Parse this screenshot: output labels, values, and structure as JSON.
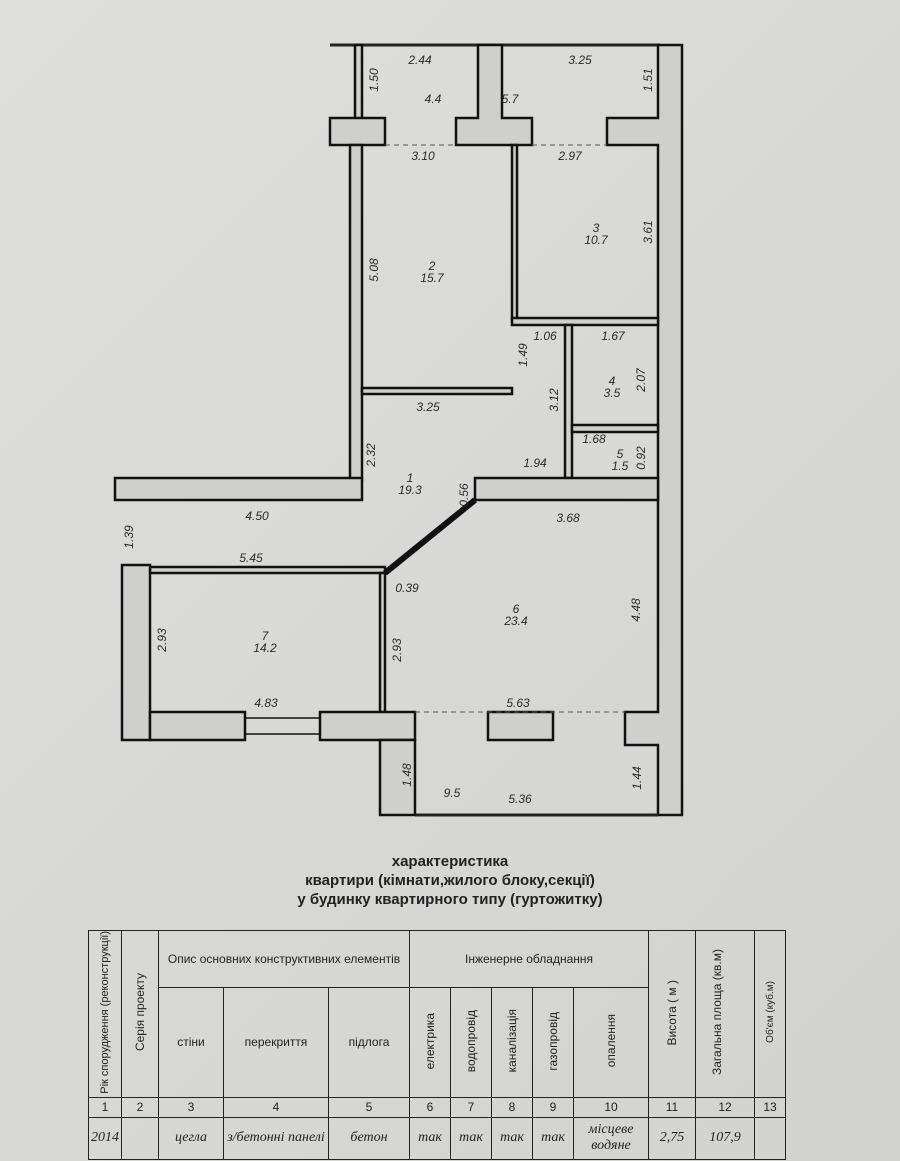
{
  "plan": {
    "rooms": [
      {
        "number": "1",
        "area": "19.3"
      },
      {
        "number": "2",
        "area": "15.7"
      },
      {
        "number": "3",
        "area": "10.7"
      },
      {
        "number": "4",
        "area": "3.5"
      },
      {
        "number": "5",
        "area": "1.5"
      },
      {
        "number": "6",
        "area": "23.4"
      },
      {
        "number": "7",
        "area": "14.2"
      }
    ],
    "balconies": [
      "4.4",
      "5.7",
      "9.5"
    ],
    "dimensions": [
      "2.44",
      "3.25",
      "1.50",
      "1.51",
      "3.10",
      "2.97",
      "5.08",
      "3.61",
      "1.06",
      "1.67",
      "1.49",
      "3.12",
      "2.07",
      "3.25",
      "1.68",
      "0.92",
      "2.32",
      "1.94",
      "0.56",
      "4.50",
      "1.39",
      "5.45",
      "3.68",
      "0.39",
      "4.48",
      "2.93",
      "2.93",
      "4.83",
      "5.63",
      "1.48",
      "1.44",
      "5.36"
    ]
  },
  "title": {
    "line1": "характеристика",
    "line2": "квартири (кімнати,жилого блоку,секції)",
    "line3": "у будинку квартирного типу (гуртожитку)"
  },
  "table": {
    "h_year": "Рік спорудження (реконструкції)",
    "h_series": "Серія проекту",
    "h_struct": "Опис основних конструктивних елементів",
    "h_walls": "стіни",
    "h_floors": "перекриття",
    "h_floor": "підлога",
    "h_eng": "Інженерне обладнання",
    "h_elec": "електрика",
    "h_water": "водопровід",
    "h_sewer": "каналізація",
    "h_gas": "газопровід",
    "h_heat": "опалення",
    "h_height": "Висота ( м )",
    "h_area": "Загальна площа (кв.м)",
    "h_volume": "Об'єм (куб.м)",
    "nums": [
      "1",
      "2",
      "3",
      "4",
      "5",
      "6",
      "7",
      "8",
      "9",
      "10",
      "11",
      "12",
      "13"
    ],
    "row": {
      "year": "2014",
      "series": "",
      "walls": "цегла",
      "floors": "з/бетонні панелі",
      "floor": "бетон",
      "elec": "так",
      "water": "так",
      "sewer": "так",
      "gas": "так",
      "heat": "місцеве водяне",
      "height": "2,75",
      "area": "107,9",
      "volume": ""
    }
  }
}
